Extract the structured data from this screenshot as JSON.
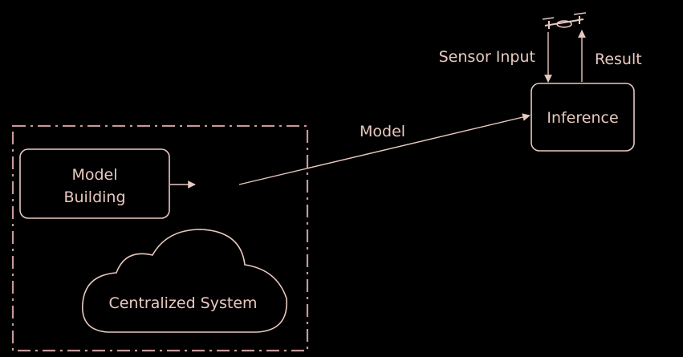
{
  "colors": {
    "background": "#000000",
    "stroke": "#e8c9c0",
    "frame": "#c6989a",
    "text": "#e8c9c0"
  },
  "diagram": {
    "model_building_line1": "Model",
    "model_building_line2": "Building",
    "centralized_system": "Centralized System",
    "model_edge_label": "Model",
    "inference": "Inference",
    "sensor_input": "Sensor Input",
    "result": "Result",
    "device_icon": "drone-icon"
  }
}
